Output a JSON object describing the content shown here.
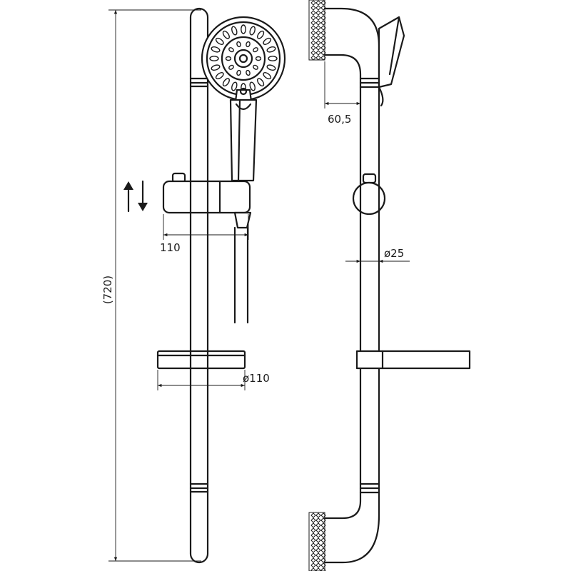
{
  "dimensions": {
    "total_height": "(720)",
    "holder_offset": "110",
    "soap_dish_diameter": "ø110",
    "wall_offset": "60,5",
    "rail_diameter": "ø25"
  },
  "colors": {
    "line": "#1a1a1a",
    "background": "#ffffff"
  }
}
